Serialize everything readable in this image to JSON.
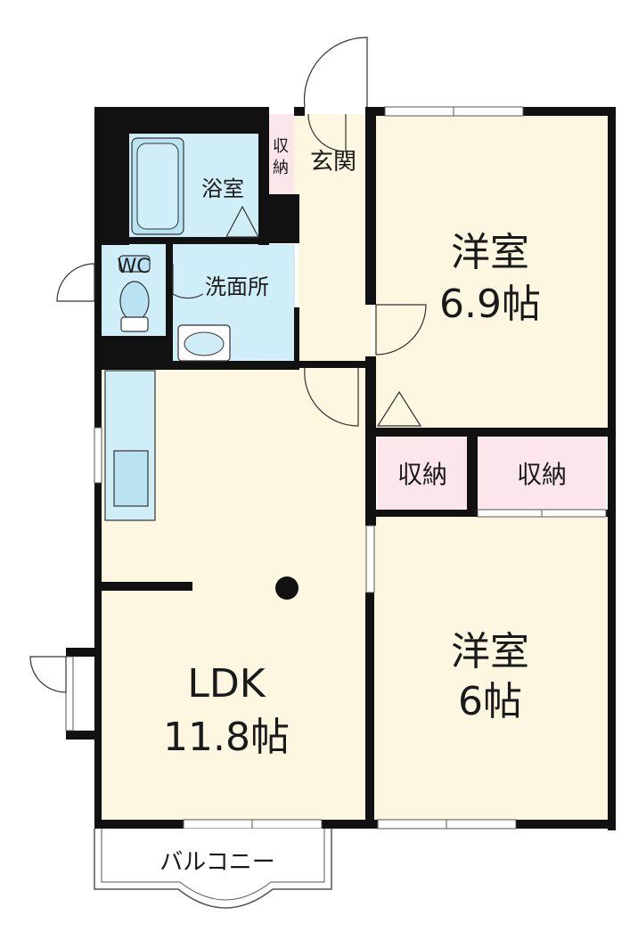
{
  "rooms": {
    "bath": "浴室",
    "wc": "WC",
    "washroom": "洗面所",
    "entrance": "玄関",
    "entrance_storage_line1": "収",
    "entrance_storage_line2": "納",
    "western1_name": "洋室",
    "western1_size": "6.9帖",
    "storage_left": "収納",
    "storage_right": "収納",
    "western2_name": "洋室",
    "western2_size": "6帖",
    "ldk_name": "LDK",
    "ldk_size": "11.8帖",
    "balcony": "バルコニー"
  },
  "colors": {
    "wall": "#111111",
    "room": "#fdf6e1",
    "wet": "#cfeef8",
    "storage": "#fbe6ec",
    "fixture": "#b9e3f2"
  }
}
